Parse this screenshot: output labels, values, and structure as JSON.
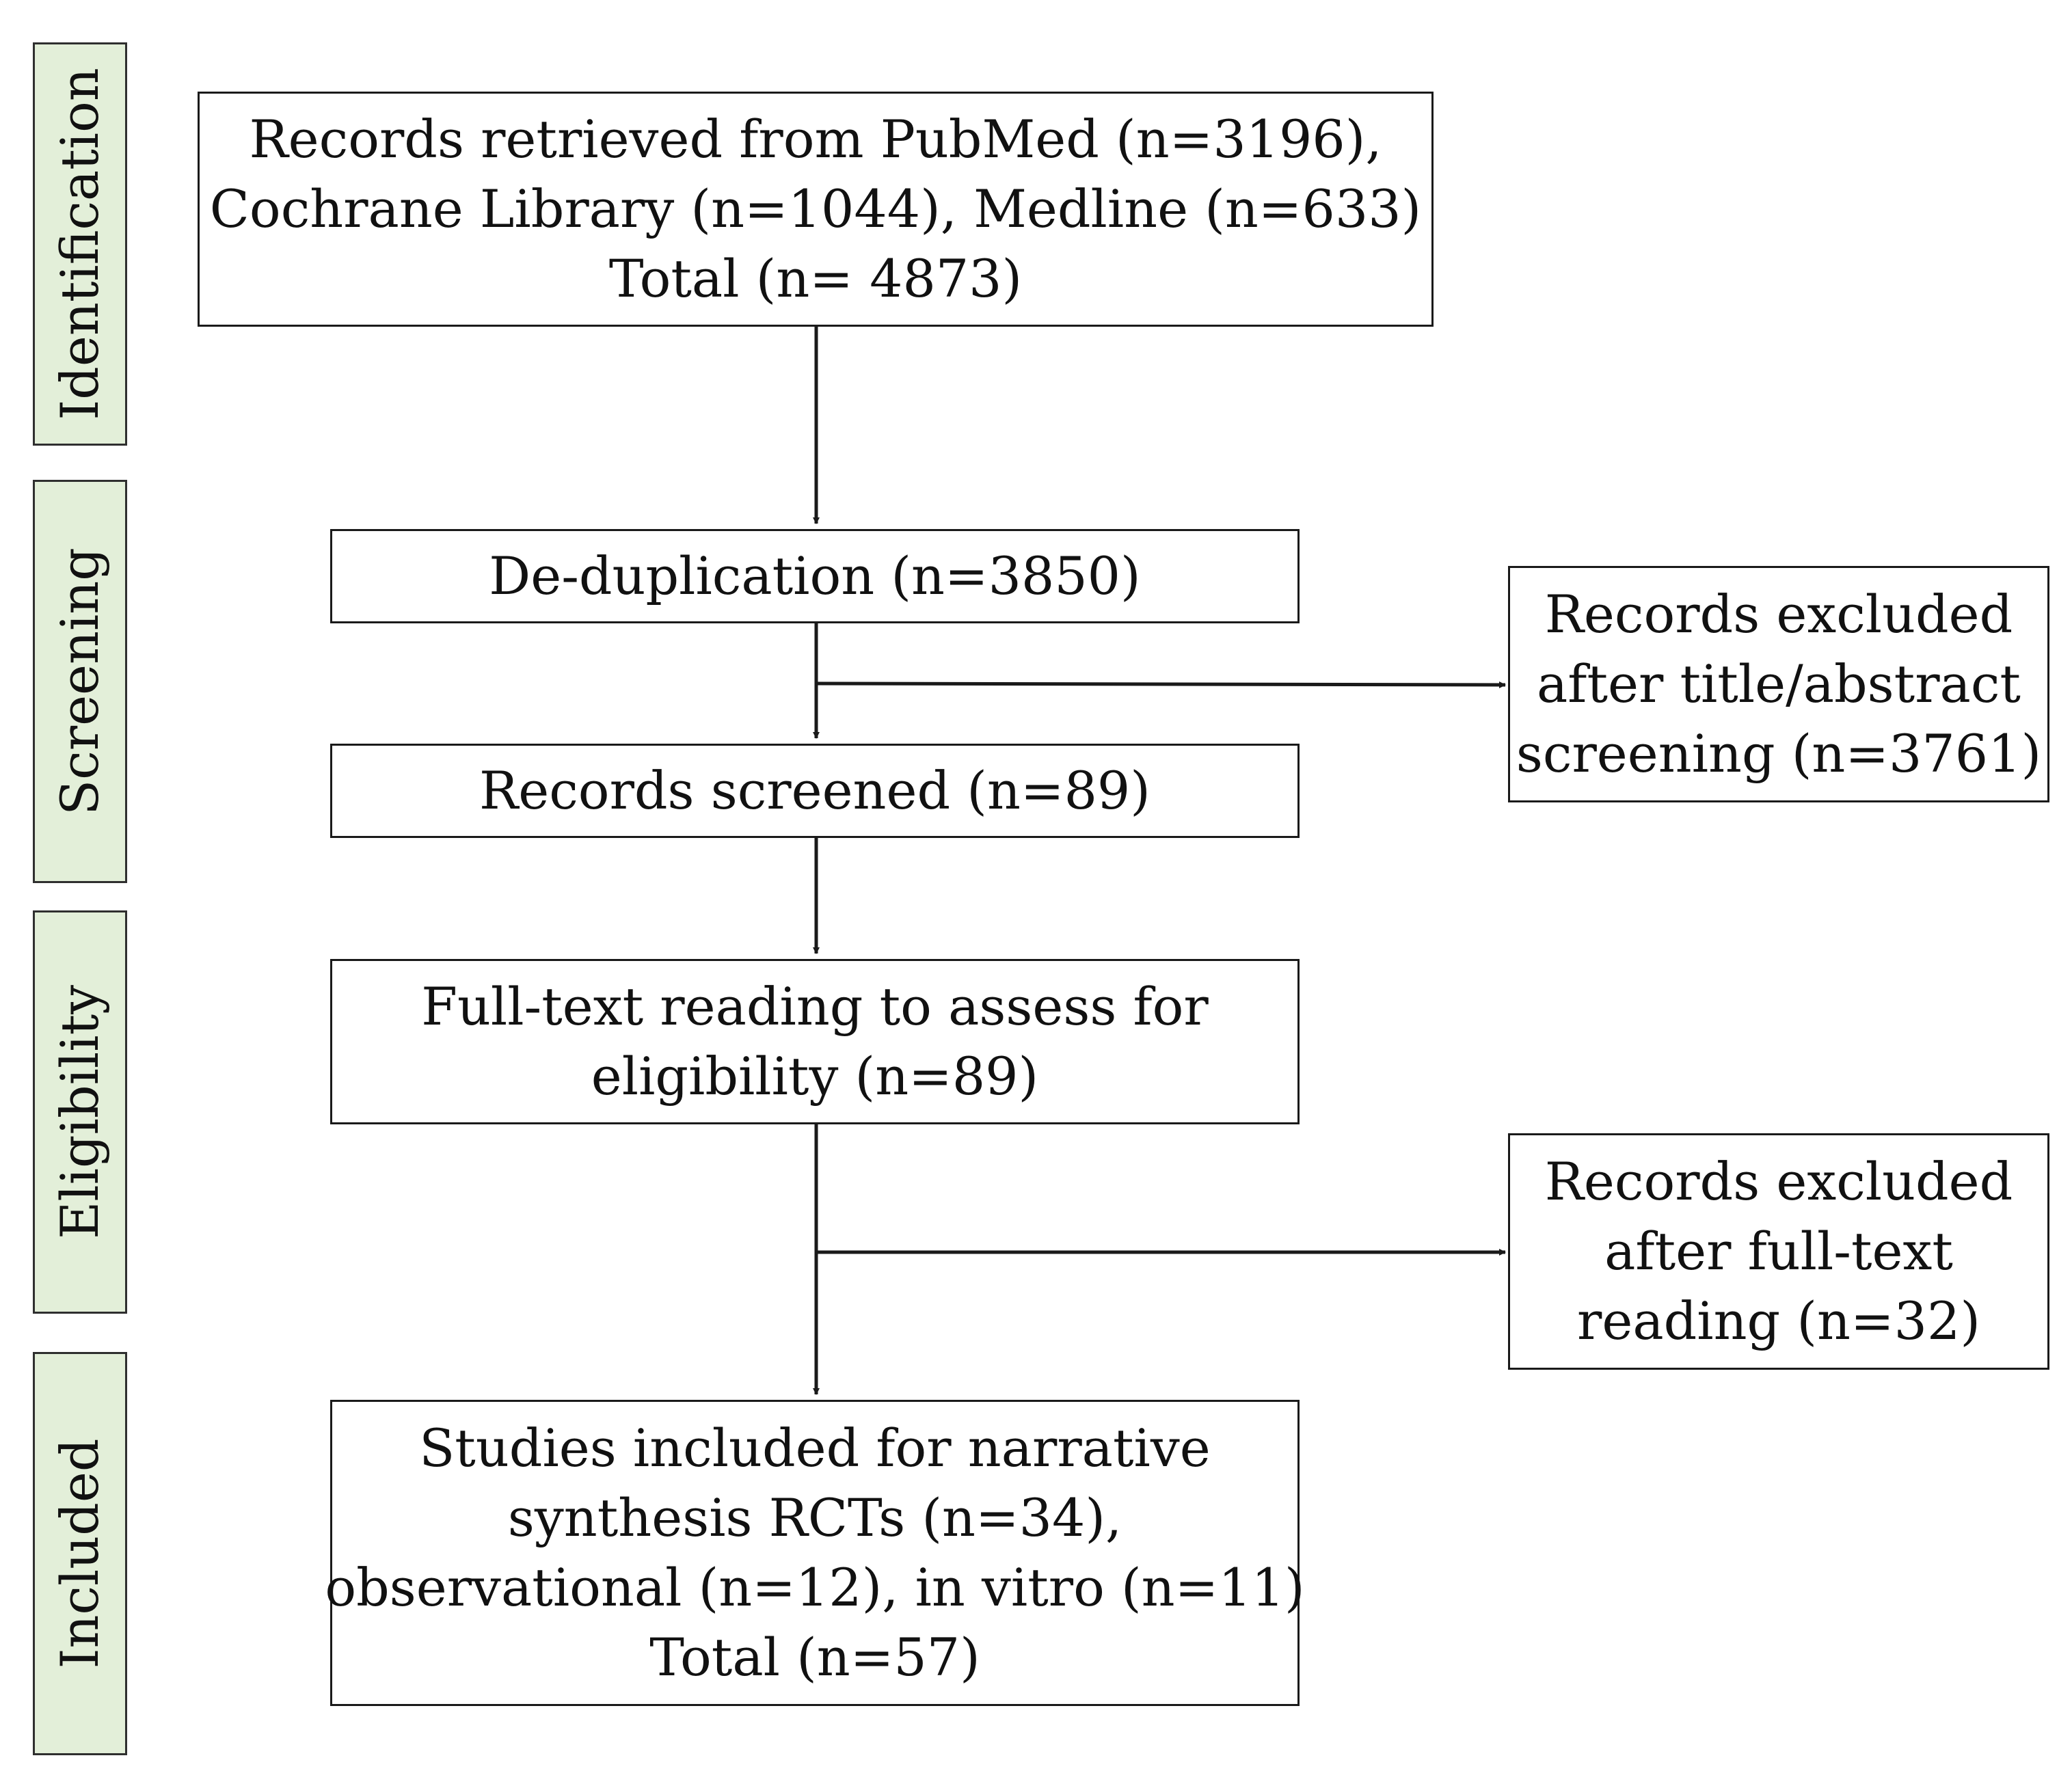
{
  "stages": [
    {
      "id": "identification",
      "label": "Identification"
    },
    {
      "id": "screening",
      "label": "Screening"
    },
    {
      "id": "eligibility",
      "label": "Eligibility"
    },
    {
      "id": "included",
      "label": "Included"
    }
  ],
  "boxes": {
    "records_retrieved": {
      "lines": [
        "Records retrieved from PubMed (n=3196),",
        "Cochrane Library (n=1044), Medline (n=633)",
        "Total (n= 4873)"
      ]
    },
    "deduplication": {
      "lines": [
        "De-duplication (n=3850)"
      ]
    },
    "records_screened": {
      "lines": [
        "Records screened (n=89)"
      ]
    },
    "excluded_title_abstract": {
      "lines": [
        "Records excluded",
        "after title/abstract",
        "screening (n=3761)"
      ]
    },
    "full_text_reading": {
      "lines": [
        "Full-text reading to assess for",
        "eligibility (n=89)"
      ]
    },
    "excluded_full_text": {
      "lines": [
        "Records excluded",
        "after full-text",
        "reading (n=32)"
      ]
    },
    "studies_included": {
      "lines": [
        "Studies included for narrative",
        "synthesis RCTs (n=34),",
        "observational (n=12), in vitro (n=11)",
        "Total (n=57)"
      ]
    }
  },
  "colors": {
    "stage_fill": "#e3efd9",
    "stroke": "#1a1a1a"
  }
}
